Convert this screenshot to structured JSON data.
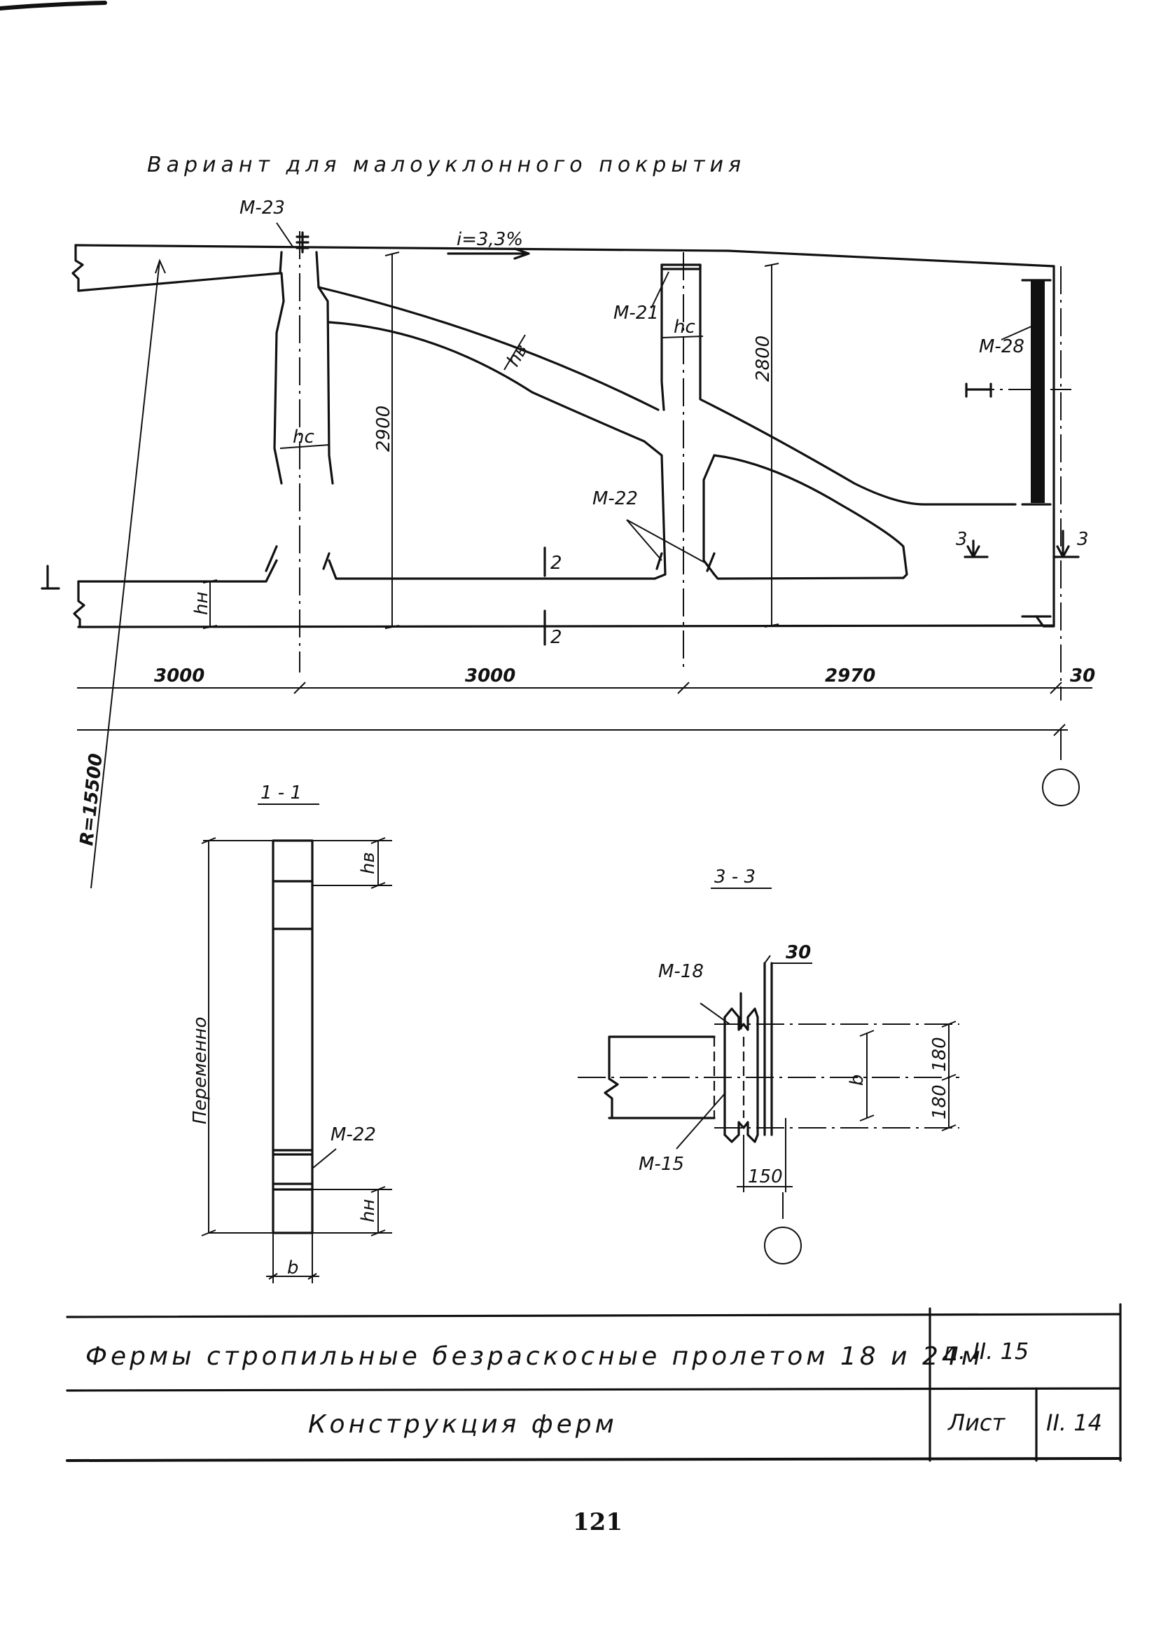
{
  "heading": "Вариант для малоуклонного покрытия",
  "main_view": {
    "slope": "i=3,3%",
    "radius": "R=15500",
    "part_labels": {
      "m23": "М-23",
      "m21": "М-21",
      "m28": "М-28",
      "m22": "М-22"
    },
    "thickness_labels": {
      "hc_left": "hс",
      "hc_right": "hс",
      "hv": "hв",
      "hn": "hн"
    },
    "heights": {
      "left": "2900",
      "right": "2800"
    },
    "spans": [
      "3000",
      "3000",
      "2970",
      "30"
    ],
    "section_marks": {
      "s2_top": "2",
      "s2_bottom": "2",
      "s3_left": "3",
      "s3_right": "3"
    }
  },
  "section_1_1": {
    "title": "1 - 1",
    "vertical_label": "Переменно",
    "labels": {
      "hv": "hв",
      "hn": "hн",
      "b": "b",
      "m22": "М-22"
    }
  },
  "section_3_3": {
    "title": "3 - 3",
    "labels": {
      "m18": "М-18",
      "m15": "М-15",
      "b": "b"
    },
    "dims": {
      "d30": "30",
      "d180_top": "180",
      "d180_bottom": "180",
      "d150": "150"
    }
  },
  "title_block": {
    "row1_title": "Фермы стропильные безраскосные пролетом 18 и 24м",
    "row1_code": "п. II. 15",
    "row2_title": "Конструкция ферм",
    "row2_sheet_label": "Лист",
    "row2_sheet_number": "II. 14"
  },
  "page_number": "121"
}
